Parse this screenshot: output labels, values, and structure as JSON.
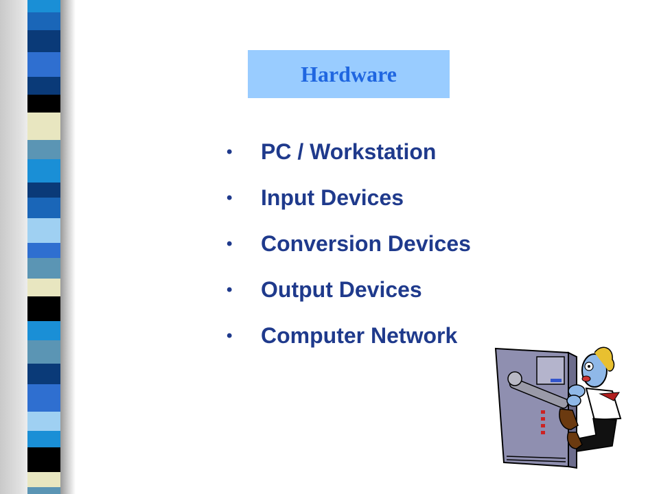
{
  "slide": {
    "title": "Hardware",
    "bullet_char": "•",
    "bullets": [
      "PC / Workstation",
      "Input Devices",
      "Conversion Devices",
      "Output Devices",
      "Computer Network"
    ]
  },
  "colors": {
    "title_box": "#99ccff",
    "title_text": "#1f66e0",
    "bullet_text": "#1f3a8c",
    "stripe_palette": [
      "#1a8fd6",
      "#0a3a78",
      "#2f6fd0",
      "#e8e6c0",
      "#000000",
      "#5b95b4",
      "#9fd0f2",
      "#1a66b8"
    ]
  },
  "decor": {
    "stripe_bar": "decorative-stripe-bar",
    "clipart": "frustrated-man-at-computer-clipart"
  }
}
